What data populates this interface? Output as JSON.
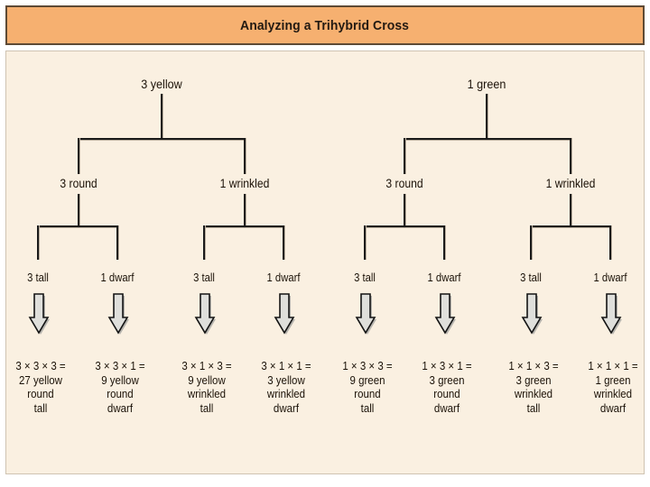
{
  "header": {
    "title": "Analyzing a Trihybrid Cross"
  },
  "colors": {
    "header_bg": "#F6B070",
    "header_border": "#5E4A35",
    "panel_bg": "#FAF0E1",
    "line": "#1A1A1A",
    "line_shadow": "#B9AE9E",
    "arrow_fill": "#DCDCD8",
    "arrow_stroke": "#1A1A1A",
    "text": "#1B1208"
  },
  "tree": {
    "roots": [
      {
        "label": "3 yellow"
      },
      {
        "label": "1 green"
      }
    ],
    "level2": [
      {
        "label": "3 round"
      },
      {
        "label": "1 wrinkled"
      },
      {
        "label": "3 round"
      },
      {
        "label": "1 wrinkled"
      }
    ],
    "level3": [
      {
        "label": "3 tall"
      },
      {
        "label": "1 dwarf"
      },
      {
        "label": "3 tall"
      },
      {
        "label": "1 dwarf"
      },
      {
        "label": "3 tall"
      },
      {
        "label": "1 dwarf"
      },
      {
        "label": "3 tall"
      },
      {
        "label": "1 dwarf"
      }
    ]
  },
  "arrows": {
    "icon": "down-block-arrow-icon",
    "count": 8
  },
  "results": [
    {
      "equation": "3 × 3 × 3 =",
      "count": "27 yellow",
      "trait2": "round",
      "trait3": "tall"
    },
    {
      "equation": "3 × 3 × 1 =",
      "count": "9 yellow",
      "trait2": "round",
      "trait3": "dwarf"
    },
    {
      "equation": "3 × 1 × 3 =",
      "count": "9 yellow",
      "trait2": "wrinkled",
      "trait3": "tall"
    },
    {
      "equation": "3 × 1 × 1 =",
      "count": "3 yellow",
      "trait2": "wrinkled",
      "trait3": "dwarf"
    },
    {
      "equation": "1 × 3 × 3 =",
      "count": "9 green",
      "trait2": "round",
      "trait3": "tall"
    },
    {
      "equation": "1 × 3 × 1 =",
      "count": "3 green",
      "trait2": "round",
      "trait3": "dwarf"
    },
    {
      "equation": "1 × 1 × 3 =",
      "count": "3 green",
      "trait2": "wrinkled",
      "trait3": "tall"
    },
    {
      "equation": "1 × 1 × 1 =",
      "count": "1 green",
      "trait2": "wrinkled",
      "trait3": "dwarf"
    }
  ]
}
